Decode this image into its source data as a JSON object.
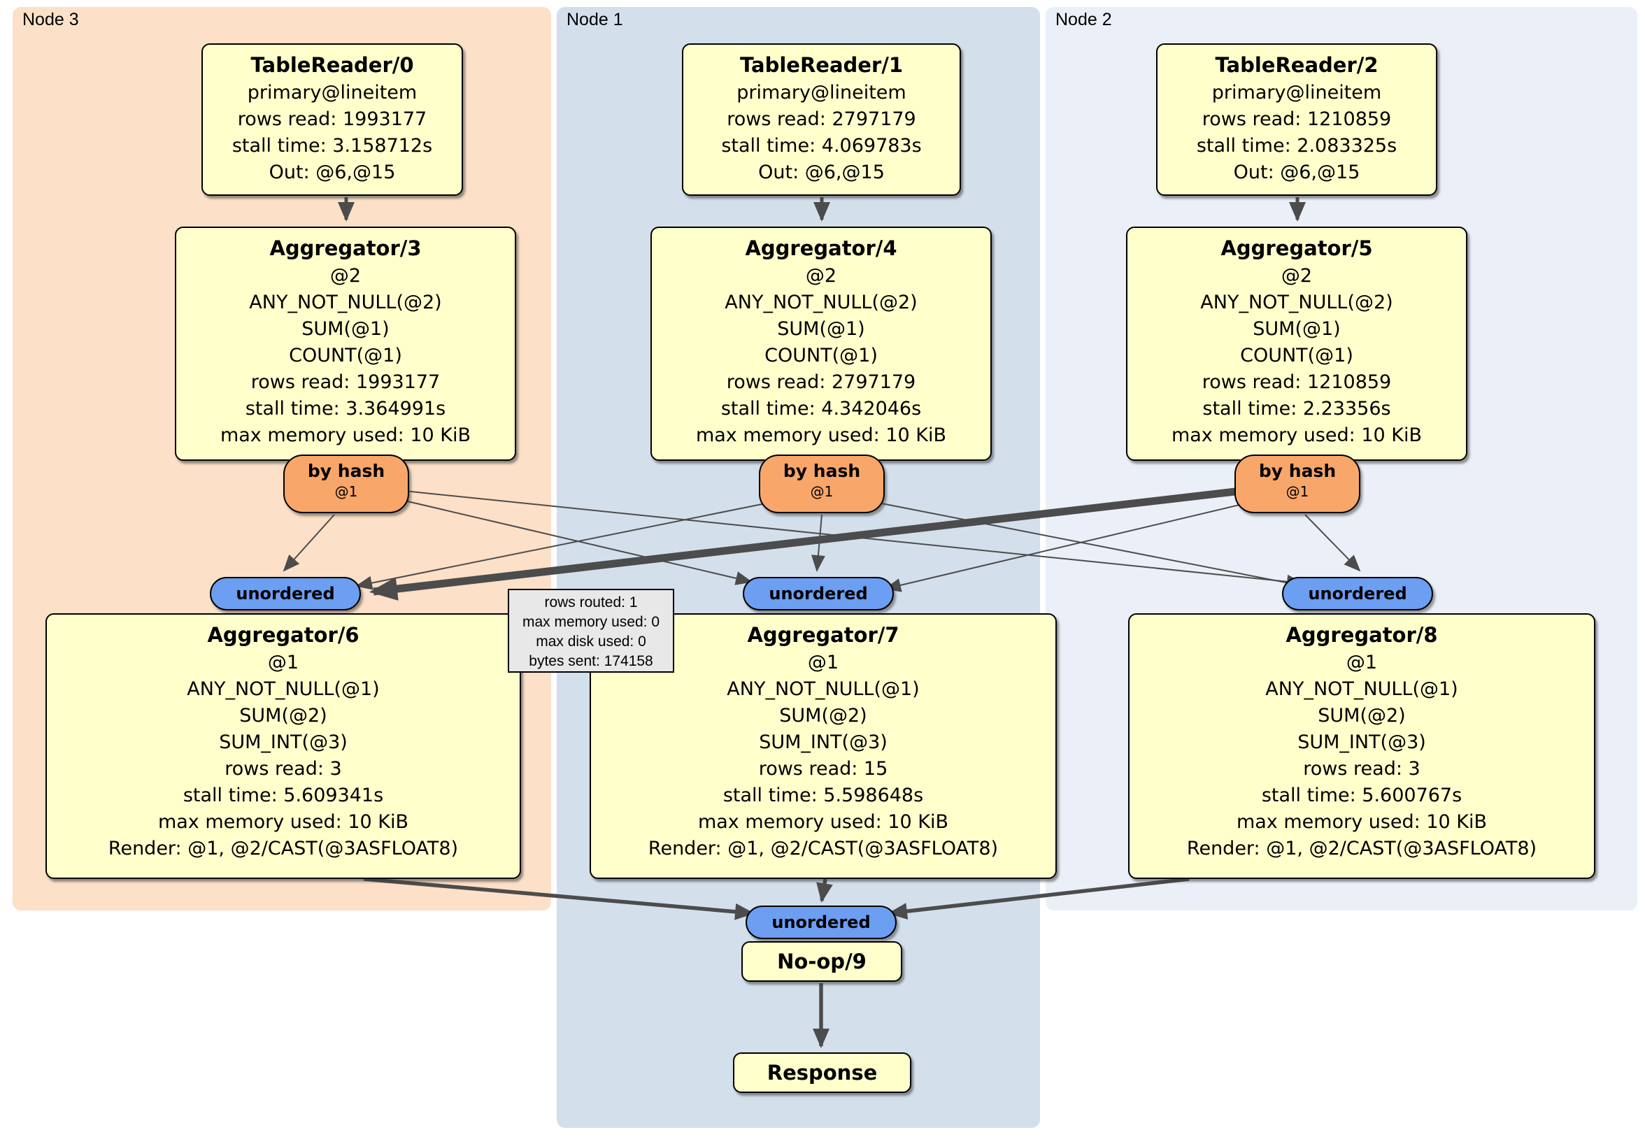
{
  "regions": {
    "node3": {
      "label": "Node 3"
    },
    "node1": {
      "label": "Node 1"
    },
    "node2": {
      "label": "Node 2"
    }
  },
  "processors": {
    "tr0": {
      "title": "TableReader/0",
      "lines": [
        "primary@lineitem",
        "rows read: 1993177",
        "stall time: 3.158712s",
        "Out: @6,@15"
      ]
    },
    "tr1": {
      "title": "TableReader/1",
      "lines": [
        "primary@lineitem",
        "rows read: 2797179",
        "stall time: 4.069783s",
        "Out: @6,@15"
      ]
    },
    "tr2": {
      "title": "TableReader/2",
      "lines": [
        "primary@lineitem",
        "rows read: 1210859",
        "stall time: 2.083325s",
        "Out: @6,@15"
      ]
    },
    "agg3": {
      "title": "Aggregator/3",
      "lines": [
        "@2",
        "ANY_NOT_NULL(@2)",
        "SUM(@1)",
        "COUNT(@1)",
        "rows read: 1993177",
        "stall time: 3.364991s",
        "max memory used: 10 KiB"
      ]
    },
    "agg4": {
      "title": "Aggregator/4",
      "lines": [
        "@2",
        "ANY_NOT_NULL(@2)",
        "SUM(@1)",
        "COUNT(@1)",
        "rows read: 2797179",
        "stall time: 4.342046s",
        "max memory used: 10 KiB"
      ]
    },
    "agg5": {
      "title": "Aggregator/5",
      "lines": [
        "@2",
        "ANY_NOT_NULL(@2)",
        "SUM(@1)",
        "COUNT(@1)",
        "rows read: 1210859",
        "stall time: 2.23356s",
        "max memory used: 10 KiB"
      ]
    },
    "agg6": {
      "title": "Aggregator/6",
      "lines": [
        "@1",
        "ANY_NOT_NULL(@1)",
        "SUM(@2)",
        "SUM_INT(@3)",
        "rows read: 3",
        "stall time: 5.609341s",
        "max memory used: 10 KiB",
        "Render: @1, @2/CAST(@3ASFLOAT8)"
      ]
    },
    "agg7": {
      "title": "Aggregator/7",
      "lines": [
        "@1",
        "ANY_NOT_NULL(@1)",
        "SUM(@2)",
        "SUM_INT(@3)",
        "rows read: 15",
        "stall time: 5.598648s",
        "max memory used: 10 KiB",
        "Render: @1, @2/CAST(@3ASFLOAT8)"
      ]
    },
    "agg8": {
      "title": "Aggregator/8",
      "lines": [
        "@1",
        "ANY_NOT_NULL(@1)",
        "SUM(@2)",
        "SUM_INT(@3)",
        "rows read: 3",
        "stall time: 5.600767s",
        "max memory used: 10 KiB",
        "Render: @1, @2/CAST(@3ASFLOAT8)"
      ]
    },
    "noop": {
      "title": "No-op/9"
    },
    "response": {
      "title": "Response"
    }
  },
  "router": {
    "label": "by hash",
    "sub": "@1"
  },
  "sync": {
    "label": "unordered"
  },
  "tooltip": {
    "lines": [
      "rows routed: 1",
      "max memory used: 0",
      "max disk used: 0",
      "bytes sent: 174158"
    ]
  },
  "colors": {
    "node3_bg": "#fce0c7",
    "node1_bg": "#d3e0ec",
    "node2_bg": "#eaeff8",
    "box_bg": "#ffffcc",
    "router_bg": "#f8a669",
    "sync_bg": "#6c9ef1",
    "tooltip_bg": "#e8e8e8",
    "edge": "#4c4c4c"
  }
}
